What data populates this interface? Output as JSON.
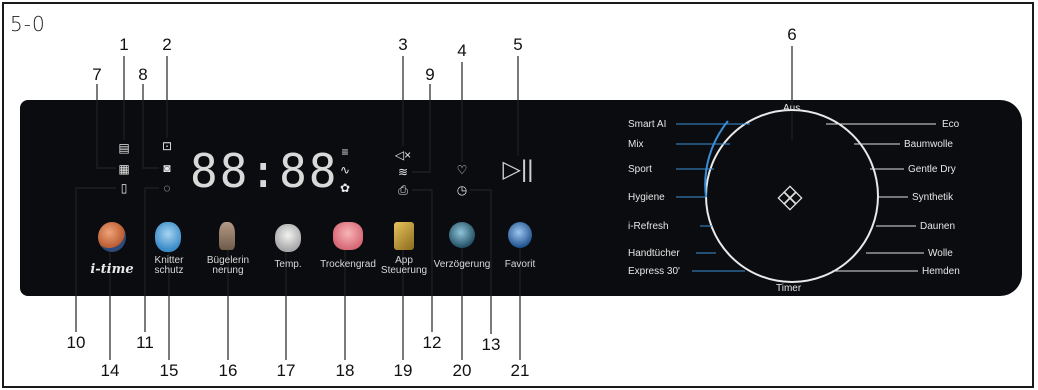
{
  "figure_id": "5-0",
  "callouts": [
    "1",
    "2",
    "3",
    "4",
    "5",
    "6",
    "7",
    "8",
    "9",
    "10",
    "11",
    "12",
    "13",
    "14",
    "15",
    "16",
    "17",
    "18",
    "19",
    "20",
    "21"
  ],
  "display": "88:88",
  "buttons": {
    "itime": "i-time",
    "knitter": "Knitter schutz",
    "buegel": "Bügelerin nerung",
    "temp": "Temp.",
    "trocken": "Trockengrad",
    "app": "App Steuerung",
    "verz": "Verzögerung",
    "favorit": "Favorit"
  },
  "dial": {
    "top": "Aus",
    "bottom": "Timer",
    "left": [
      "Smart AI",
      "Mix",
      "Sport",
      "Hygiene",
      "i-Refresh",
      "Handtücher",
      "Express 30'"
    ],
    "right": [
      "Eco",
      "Baumwolle",
      "Gentle Dry",
      "Synthetik",
      "Daunen",
      "Wolle",
      "Hemden"
    ]
  },
  "colors": {
    "panel": "#0b0c0f",
    "accent": "#3a8fd8"
  }
}
